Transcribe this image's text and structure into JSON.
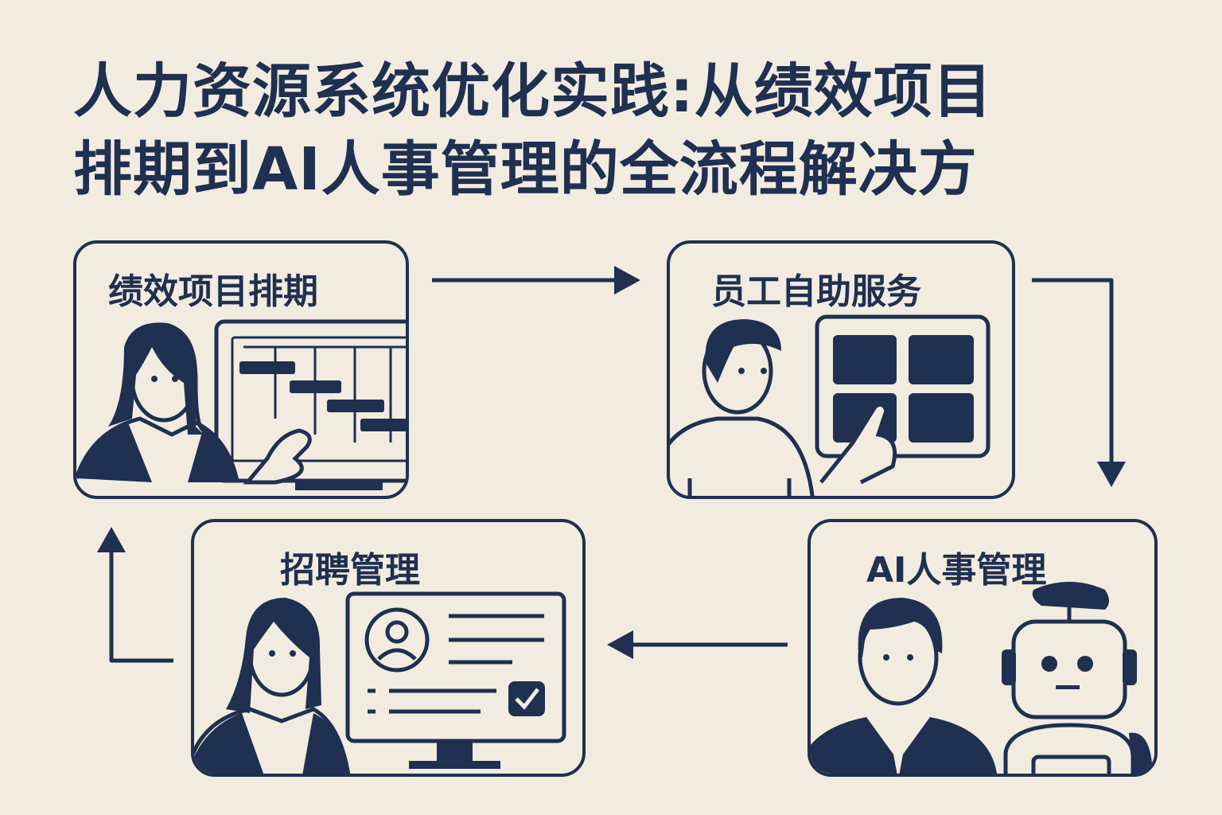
{
  "title": {
    "line1": "人力资源系统优化实践:从绩效项目",
    "line2": "排期到AI人事管理的全流程解决方"
  },
  "steps": [
    {
      "label": "绩效项目排期",
      "icon": "gantt-chart-monitor-icon"
    },
    {
      "label": "员工自助服务",
      "icon": "self-service-touch-panel-icon"
    },
    {
      "label": "AI人事管理",
      "icon": "ai-robot-icon"
    },
    {
      "label": "招聘管理",
      "icon": "resume-profile-icon"
    }
  ],
  "colors": {
    "background": "#f2ebe0",
    "ink": "#1f3050"
  }
}
